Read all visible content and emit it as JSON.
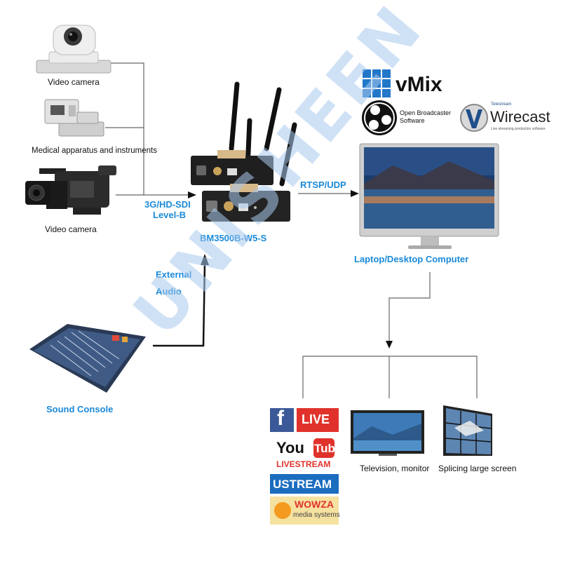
{
  "devices": {
    "camera1_label": "Video camera",
    "medical_label": "Medical apparatus and instruments",
    "camera2_label": "Video camera",
    "sound_console_label": "Sound Console"
  },
  "links": {
    "sdi_line1": "3G/HD-SDI",
    "sdi_line2": "Level-B",
    "audio_line1": "External",
    "audio_line2": "Audio",
    "rtsp": "RTSP/UDP"
  },
  "encoder": {
    "model": "BM3500B-W5-S"
  },
  "software": {
    "vmix": "vMix",
    "obs_line1": "Open Broadcaster",
    "obs_line2": "Software",
    "wirecast_small": "Telestream",
    "wirecast": "Wirecast",
    "wirecast_tag": "Live streaming production software"
  },
  "computer": {
    "label": "Laptop/Desktop Computer"
  },
  "outputs": {
    "tv_label": "Television, monitor",
    "wall_label": "Splicing large screen"
  },
  "platforms": {
    "facebook_glyph": "f",
    "live": "LIVE",
    "you": "You",
    "tube": "Tube",
    "livestream": "LIVESTREAM",
    "ustream": "USTREAM",
    "wowza": "WOWZA",
    "wowza_sub": "media systems"
  },
  "watermark": "UNISHEEN",
  "colors": {
    "accent_blue": "#1a8ad8",
    "watermark": "#a9c9ee",
    "platform_bg": "#1f3a68"
  }
}
